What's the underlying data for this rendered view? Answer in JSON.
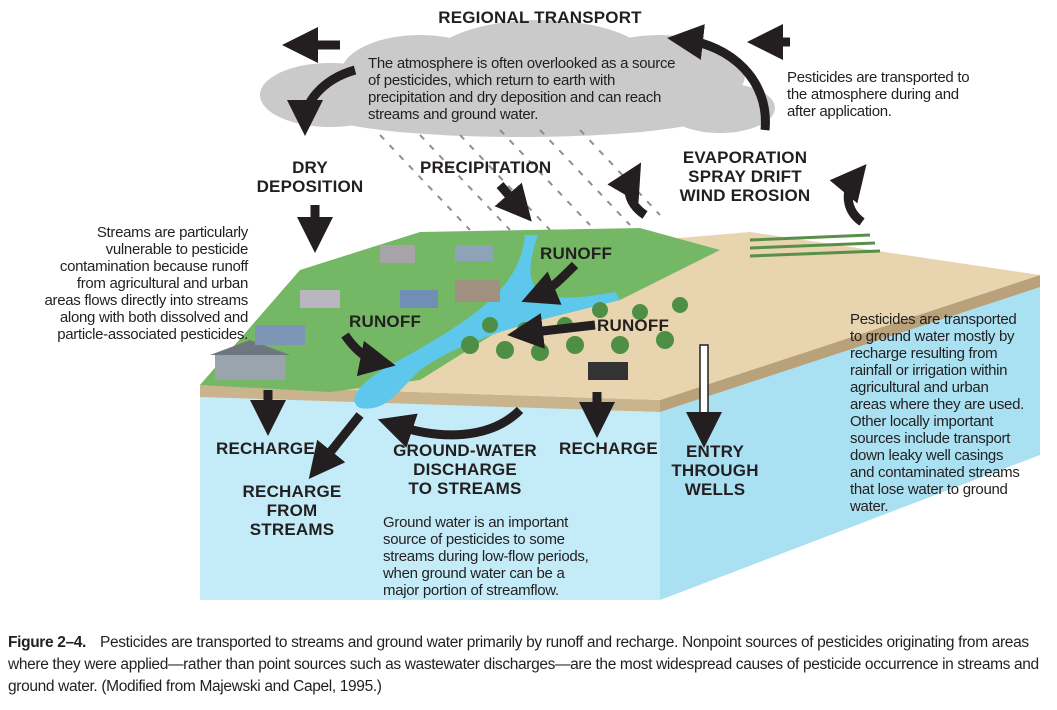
{
  "labels": {
    "regional_transport": "REGIONAL TRANSPORT",
    "dry_deposition": [
      "DRY",
      "DEPOSITION"
    ],
    "precipitation": "PRECIPITATION",
    "evaporation": [
      "EVAPORATION",
      "SPRAY DRIFT",
      "WIND EROSION"
    ],
    "runoff_top": "RUNOFF",
    "runoff_left": "RUNOFF",
    "runoff_right": "RUNOFF",
    "recharge_left": "RECHARGE",
    "recharge_right": "RECHARGE",
    "gw_discharge": [
      "GROUND-WATER",
      "DISCHARGE",
      "TO STREAMS"
    ],
    "entry_wells": [
      "ENTRY",
      "THROUGH",
      "WELLS"
    ],
    "recharge_streams": [
      "RECHARGE",
      "FROM",
      "STREAMS"
    ]
  },
  "notes": {
    "atmosphere": [
      "The atmosphere is often overlooked as a source",
      "of pesticides, which return to earth with",
      "precipitation and dry deposition and can reach",
      "streams and ground water."
    ],
    "to_atmosphere": [
      "Pesticides are transported to",
      "the atmosphere during and",
      "after application."
    ],
    "streams": [
      "Streams are particularly",
      "vulnerable to pesticide",
      "contamination because runoff",
      "from agricultural and urban",
      "areas flows directly into streams",
      "along with both dissolved and",
      "particle-associated pesticides."
    ],
    "ground_water": [
      "Ground water is an important",
      "source of pesticides to some",
      "streams during low-flow periods,",
      "when ground water can be a",
      "major portion of streamflow."
    ],
    "to_ground_water": [
      "Pesticides are transported",
      "to ground water mostly by",
      "recharge resulting from",
      "rainfall or irrigation within",
      "agricultural and urban",
      "areas where they are used.",
      "Other locally important",
      "sources include transport",
      "down leaky well casings",
      "and contaminated streams",
      "that lose water to ground",
      "water."
    ]
  },
  "caption": {
    "figure_label": "Figure 2–4.",
    "text": "Pesticides are transported to streams and ground water primarily by runoff and recharge. Nonpoint sources of pesticides originating from areas where they were applied—rather than point sources such as wastewater discharges—are the most widespread causes of pesticide occurrence in streams and ground water. (Modified from Majewski and Capel, 1995.)"
  },
  "colors": {
    "cloud": "#c9c9ca",
    "ground_water": "#c4ecf8",
    "stream": "#5ec8ec",
    "grass": "#74b866",
    "field": "#e8d5b0",
    "arrow": "#231f20"
  }
}
